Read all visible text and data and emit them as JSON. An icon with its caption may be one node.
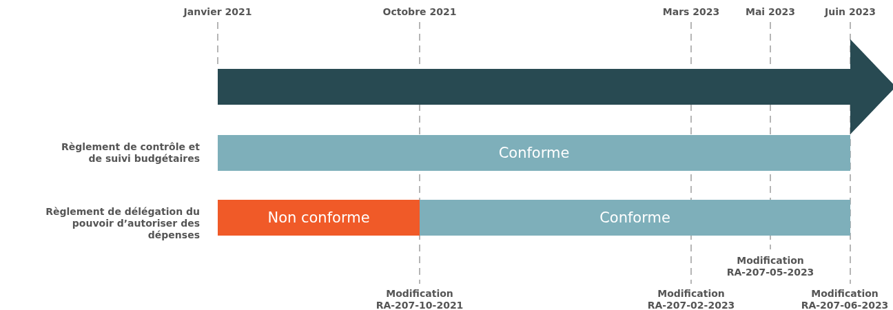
{
  "diagram": {
    "nodes": [
      {
        "text": [
          "Conforme"
        ]
      },
      {
        "text": [
          "Non conforme"
        ]
      },
      {
        "text": [
          "Conforme"
        ]
      }
    ],
    "labels": [
      "Janvier 2021",
      "Octobre 2021",
      "Mars 2023",
      "Mai 2023",
      "Juin 2023",
      "Règlement de contrôle et de suivi budgétaires",
      "Règlement de délégation du pouvoir d’autoriser des dépenses",
      "Modification RA-207-05-2023",
      "Modification RA-207-10-2021",
      "Modification RA-207-02-2023",
      "Modification RA-207-06-2023"
    ]
  }
}
